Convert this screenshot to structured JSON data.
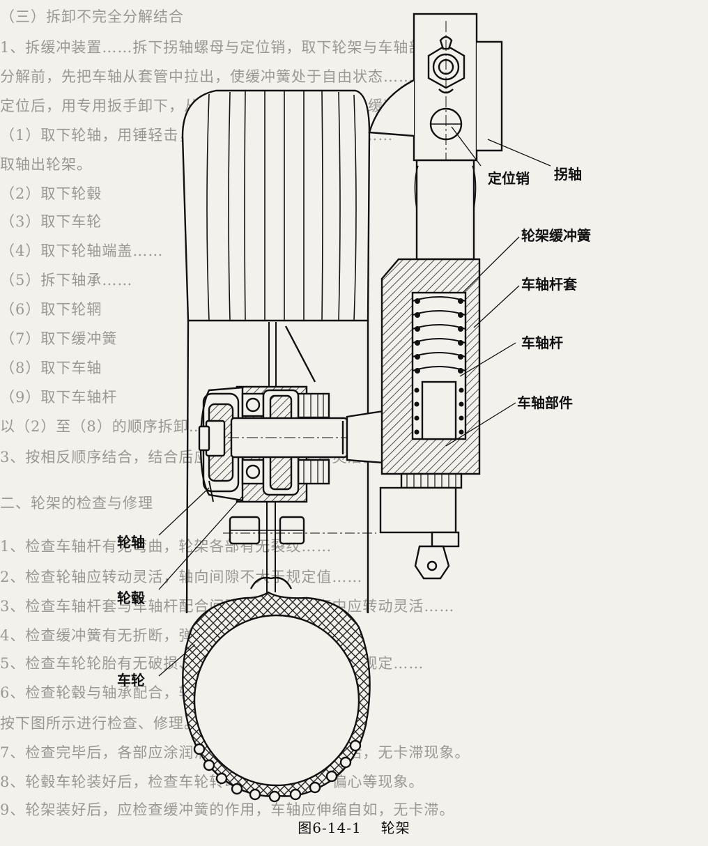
{
  "background_text": [
    "（三）拆卸不完全分解结合",
    "1、拆缓冲装置……拆下拐轴螺母与定位销，取下轮架与车轴部件",
    "分解前，先把车轴从套管中拉出，使缓冲簧处于自由状态……",
    "定位后，用专用扳手卸下，从车轴杆套中取出车轴杆及缓冲簧……",
    "（1）取下轮轴，用锤轻击，即可将轮毂从轮轴上取下……",
    "取轴出轮架。",
    "（2）取下轮毂",
    "（3）取下车轮",
    "（4）取下轮轴端盖……",
    "（5）拆下轴承……",
    "（6）取下轮辋",
    "（7）取下缓冲簧",
    "（8）取下车轴",
    "（9）取下车轴杆",
    "以（2）至（8）的顺序拆卸……",
    "3、按相反顺序结合，结合后应检查各部转动是否灵活。",
    "二、轮架的检查与修理",
    "1、检查车轴杆有无弯曲，轮架各部有无裂纹……",
    "2、检查轮轴应转动灵活，轴向间隙不大于规定值……",
    "3、检查车轴杆套与车轴杆配合间隙，车轴在杆套中应转动灵活……",
    "4、检查缓冲簧有无折断，弹力是否减弱……",
    "5、检查车轮轮胎有无破损、老化，胎面磨损是否超过规定……",
    "6、检查轮毂与轴承配合，轴承内外圈有无损伤……",
    "按下图所示进行检查、修理。",
    "7、检查完毕后，各部应涂润滑脂，装复后应转动灵活，无卡滞现象。",
    "8、轮毂车轮装好后，检查车轮转动，应无摆动、偏心等现象。",
    "9、轮架装好后，应检查缓冲簧的作用，车轴应伸缩自如，无卡滞。"
  ],
  "labels": {
    "locating_pin": "定位销",
    "crank_axle": "拐轴",
    "buffer_spring": "轮架缓冲簧",
    "axle_rod_sleeve": "车轴杆套",
    "axle_rod": "车轴杆",
    "axle_assembly": "车轴部件",
    "wheel_axle": "轮轴",
    "wheel_hub": "轮毂",
    "wheel": "车轮"
  },
  "caption": {
    "number": "图6-14-1",
    "title": "轮架"
  },
  "colors": {
    "ink": "#111111",
    "paper": "#f3f1ec",
    "faded_text": "#9a9893"
  }
}
